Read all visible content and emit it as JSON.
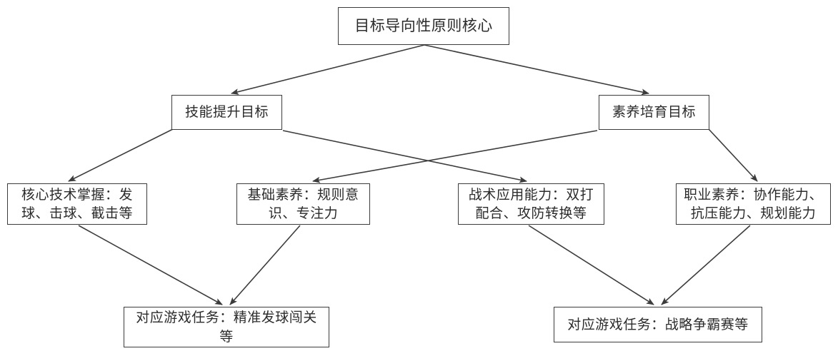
{
  "diagram": {
    "type": "flowchart",
    "title": "目标导向性原则核心",
    "orientation": "top-down",
    "stroke_color": "#3c3c3c",
    "background_color": "#ffffff",
    "text_color": "#2b2b2b",
    "nodes": [
      {
        "id": "root",
        "label": "目标导向性原则核心",
        "level": 1
      },
      {
        "id": "skill_goal",
        "label": "技能提升目标",
        "level": 2
      },
      {
        "id": "literacy_goal",
        "label": "素养培育目标",
        "level": 2
      },
      {
        "id": "core_tech",
        "label": "核心技术掌握：发\n球、击球、截击等",
        "level": 3
      },
      {
        "id": "basic_literacy",
        "label": "基础素养：规则意\n识、专注力",
        "level": 3
      },
      {
        "id": "tactics",
        "label": "战术应用能力：双打\n配合、攻防转换等",
        "level": 3
      },
      {
        "id": "pro_literacy",
        "label": "职业素养：协作能力、\n抗压能力、规划能力",
        "level": 3
      },
      {
        "id": "game_task_left",
        "label": "对应游戏任务：精准发球闯关\n等",
        "level": 4
      },
      {
        "id": "game_task_right",
        "label": "对应游戏任务：战略争霸赛等",
        "level": 4
      }
    ],
    "edges": [
      {
        "from": "root",
        "to": "skill_goal"
      },
      {
        "from": "root",
        "to": "literacy_goal"
      },
      {
        "from": "skill_goal",
        "to": "core_tech"
      },
      {
        "from": "skill_goal",
        "to": "tactics"
      },
      {
        "from": "literacy_goal",
        "to": "basic_literacy"
      },
      {
        "from": "literacy_goal",
        "to": "pro_literacy"
      },
      {
        "from": "core_tech",
        "to": "game_task_left"
      },
      {
        "from": "basic_literacy",
        "to": "game_task_left"
      },
      {
        "from": "tactics",
        "to": "game_task_right"
      },
      {
        "from": "pro_literacy",
        "to": "game_task_right"
      }
    ]
  }
}
